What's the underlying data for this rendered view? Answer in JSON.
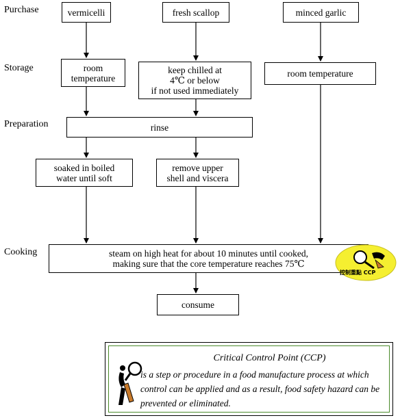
{
  "stages": {
    "purchase": "Purchase",
    "storage": "Storage",
    "preparation": "Preparation",
    "cooking": "Cooking"
  },
  "boxes": {
    "vermicelli": "vermicelli",
    "fresh_scallop": "fresh scallop",
    "minced_garlic": "minced garlic",
    "room_temp_left": "room\ntemperature",
    "keep_chilled": "keep chilled at\n4℃ or below\nif not used immediately",
    "room_temp_right": "room temperature",
    "rinse": "rinse",
    "soaked": "soaked in boiled\nwater until soft",
    "remove_shell": "remove upper\nshell and viscera",
    "steam": "steam on high heat for about 10 minutes until cooked,\nmaking sure that the core temperature reaches 75℃",
    "consume": "consume"
  },
  "ccp_badge": {
    "label": "控制重點 CCP",
    "icon": "magnifier-figure-icon",
    "color": "#f5ef30"
  },
  "definition": {
    "title": "Critical Control Point (CCP)",
    "text": "is a step or procedure in a food manufacture process at which control can be applied and as a result, food safety hazard can be prevented or eliminated.",
    "icon": "magnifier-figure-icon",
    "border_color": "#4a8a2a"
  }
}
